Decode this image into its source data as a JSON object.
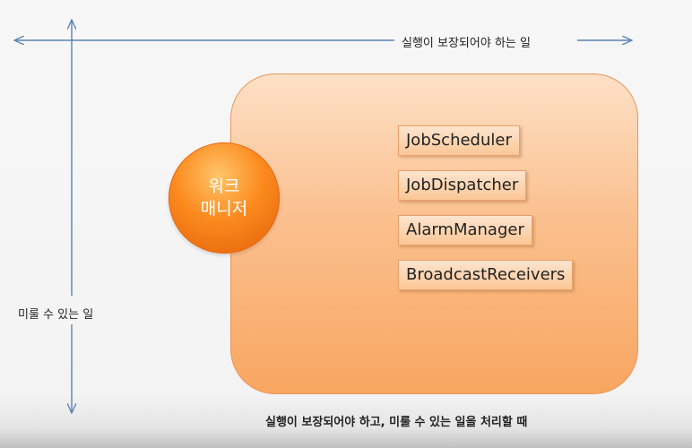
{
  "top_axis": {
    "label": "실행이 보장되어야 하는 일"
  },
  "left_axis": {
    "label": "미룰 수 있는 일"
  },
  "circle": {
    "line1": "워크",
    "line2": "매니저"
  },
  "apis": [
    {
      "label": "JobScheduler"
    },
    {
      "label": "JobDispatcher"
    },
    {
      "label": "AlarmManager"
    },
    {
      "label": "BroadcastReceivers"
    }
  ],
  "caption": "실행이 보장되어야 하고, 미룰 수 있는 일을 처리할 때",
  "colors": {
    "box_fill": "#fbc08f",
    "circle_fill": "#fb8a1e",
    "arrow": "#5b82b4"
  }
}
